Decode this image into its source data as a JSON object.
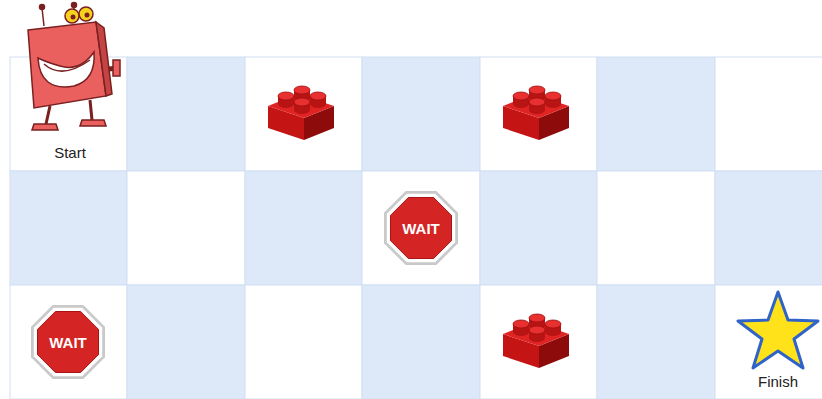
{
  "diagram": {
    "nodes": [
      {
        "text": [
          "WAIT"
        ]
      },
      {
        "text": [
          "WAIT"
        ]
      }
    ],
    "labels": [
      "Start",
      "Finish"
    ]
  }
}
